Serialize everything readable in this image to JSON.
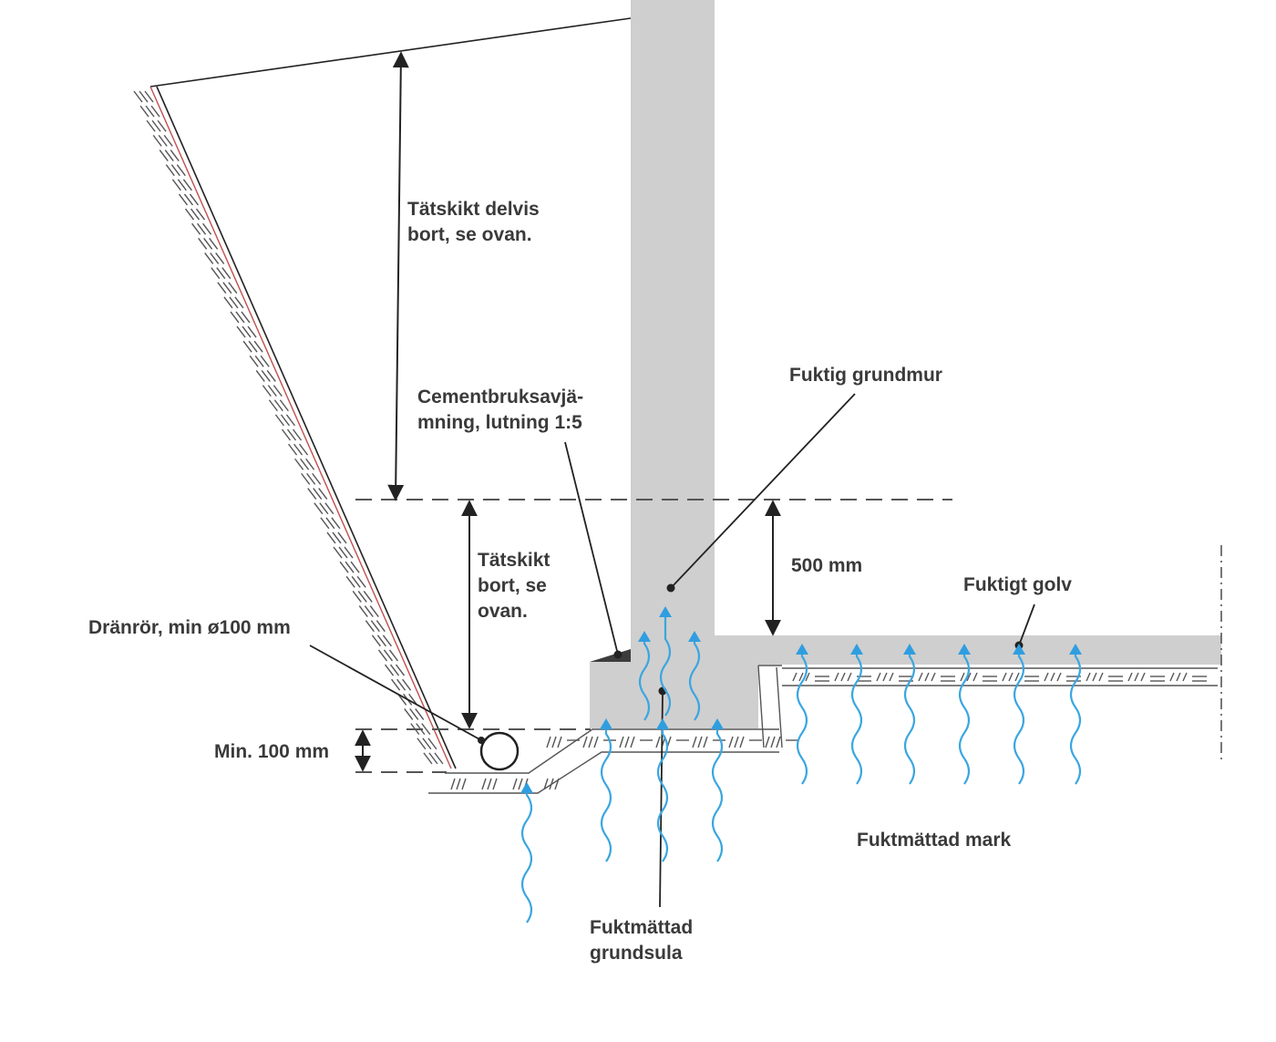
{
  "labels": {
    "tatskikt_delvis_1": "Tätskikt delvis",
    "tatskikt_delvis_2": "bort, se ovan.",
    "cement_1": "Cementbruksavjä-",
    "cement_2": "mning, lutning 1:5",
    "fuktig_grundmur": "Fuktig grundmur",
    "tatskikt_bort_1": "Tätskikt",
    "tatskikt_bort_2": "bort, se",
    "tatskikt_bort_3": "ovan.",
    "dim_500": "500 mm",
    "fuktigt_golv": "Fuktigt golv",
    "dranror": "Dränrör, min ø100 mm",
    "min_100": "Min. 100 mm",
    "fuktmattad_mark": "Fuktmättad mark",
    "fuktmattad_grundsula_1": "Fuktmättad",
    "fuktmattad_grundsula_2": "grundsula"
  },
  "colors": {
    "concrete": "#cfcfcf",
    "moisture": "#3aa6e0",
    "line": "#222222",
    "text": "#3a3a3a"
  }
}
